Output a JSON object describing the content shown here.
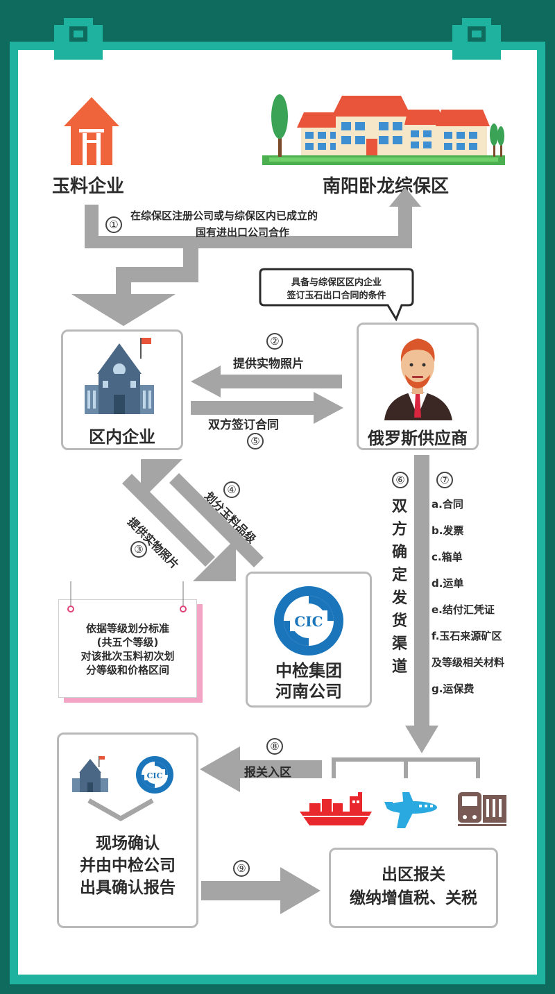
{
  "nodes": {
    "jade_enterprise": "玉料企业",
    "bonded_zone": "南阳卧龙综保区",
    "zone_enterprise": "区内企业",
    "russian_supplier": "俄罗斯供应商",
    "cic_line1": "中检集团",
    "cic_line2": "河南公司",
    "onsite_line1": "现场确认",
    "onsite_line2": "并由中检公司",
    "onsite_line3": "出具确认报告",
    "exit_line1": "出区报关",
    "exit_line2": "缴纳增值税、关税"
  },
  "logo_text": "CIC",
  "steps": {
    "s1_num": "①",
    "s1_line1": "在综保区注册公司或与综保区内已成立的",
    "s1_line2": "国有进出口公司合作",
    "s2_num": "②",
    "s2_label": "提供实物照片",
    "s3_num": "③",
    "s3_label": "提供实物照片",
    "s4_num": "④",
    "s4_label": "划分玉料品级",
    "s5_num": "⑤",
    "s5_label": "双方签订合同",
    "s6_num": "⑥",
    "s6_label": "双方确定发货渠道",
    "s7_num": "⑦",
    "s8_num": "⑧",
    "s8_label": "报关入区",
    "s9_num": "⑨"
  },
  "speech_bubble": {
    "line1": "具备与综保区区内企业",
    "line2": "签订玉石出口合同的条件"
  },
  "note_card": {
    "line1": "依据等级划分标准",
    "line2": "(共五个等级)",
    "line3": "对该批次玉料初次划",
    "line4": "分等级和价格区间"
  },
  "documents": [
    "a.合同",
    "b.发票",
    "c.箱单",
    "d.运单",
    "e.结付汇凭证",
    "f.玉石来源矿区",
    "及等级相关材料",
    "g.运保费"
  ],
  "transport_icons": [
    "ship-icon",
    "plane-icon",
    "train-icon"
  ],
  "colors": {
    "frame_dark": "#0e6b5e",
    "frame_teal": "#1fb39f",
    "arrow_gray": "#a5a5a5",
    "house_orange": "#f0643c",
    "cic_blue": "#1b75bb",
    "note_pink": "#f3a3c4"
  }
}
